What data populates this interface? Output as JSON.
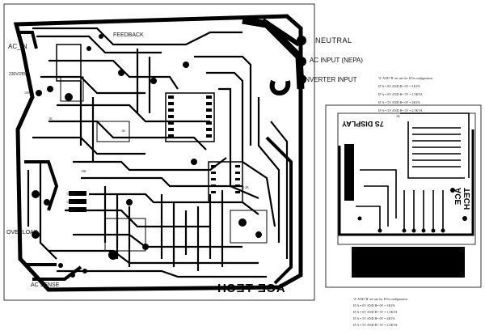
{
  "board_labels": {
    "neutral": "NEUTRAL",
    "ac_input": "AC INPUT (NEPA)",
    "inverter_input": "INVERTER INPUT",
    "feedback": "FEEDBACK",
    "ac_in": "AC_IN",
    "overload": "OVERLOAD",
    "ac_sense": "AC SENSE",
    "v230": "230V/28V",
    "bottom_brand": "ACE TECH",
    "display_brand": "ACE TECH",
    "display_title": "7S DISPLAY"
  },
  "config_notes_top": [
    "'A' AND 'B' are use for KVa configuration",
    "IF A = 0V  AND  B= 0V  = 1KVA",
    "IF A = 0V  AND  B= 5V  = 1.5KVA",
    "IF A = 5V  AND  B= 0V  = 2KVA",
    "IF A = 5V  AND  B= 5V  = 2.5KVA"
  ],
  "config_notes_bottom": [
    "'A' AND 'B' are use for KVa configuration",
    "IF A = 0V  AND  B= 0V  = 1KVA",
    "IF A = 0V  AND  B= 5V  = 1.5KVA",
    "IF A = 5V  AND  B= 0V  = 2KVA",
    "IF A = 5V  AND  B= 5V  = 2.5KVA"
  ],
  "component_labels": [
    "1N4007",
    "1N4007",
    "1N4007",
    "1K",
    "1K",
    "10K",
    "2.2K",
    "1K",
    "100"
  ],
  "colors": {
    "copper": "#000000",
    "board_bg": "#ffffff",
    "outline": "#333333"
  }
}
